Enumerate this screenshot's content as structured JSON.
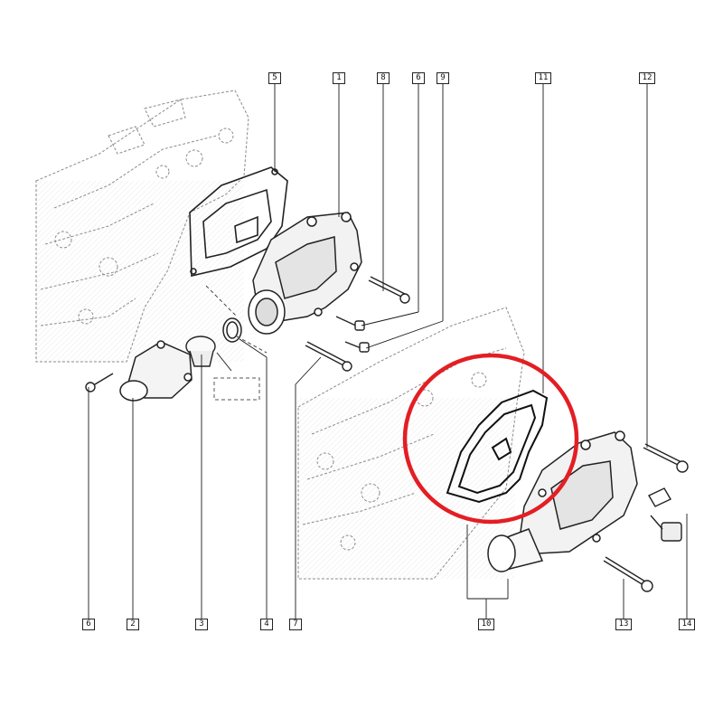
{
  "diagram": {
    "highlight_color": "#e31e24",
    "line_color": "#1a1a1a",
    "callouts_top": [
      "5",
      "1",
      "8",
      "6",
      "9",
      "11",
      "12"
    ],
    "callouts_bottom": [
      "6",
      "2",
      "3",
      "4",
      "7",
      "10",
      "13",
      "14"
    ]
  }
}
